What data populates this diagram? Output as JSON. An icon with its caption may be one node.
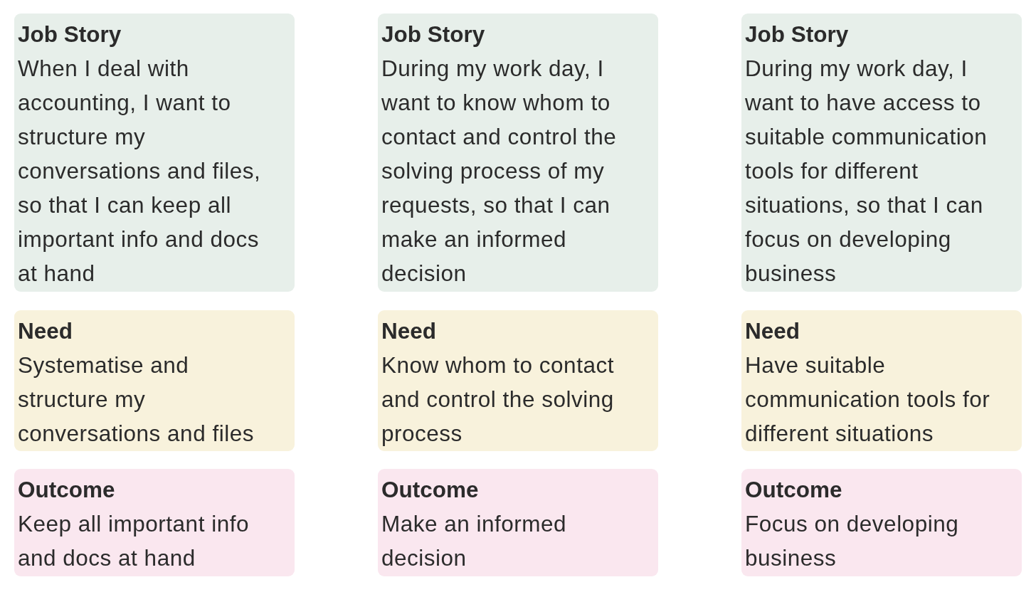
{
  "diagram": {
    "nodes": [
      {
        "text": [
          "Job Story",
          "When I deal with accounting, I want to structure my conversations and files, so that I can keep all important info and docs at hand"
        ]
      },
      {
        "text": [
          "Job Story",
          "During my work day, I want to know whom to contact and control the solving process of my requests, so that I can make an informed decision"
        ]
      },
      {
        "text": [
          "Job Story",
          "During my work day, I want to have access to suitable communication tools for different situations, so that I can focus on developing business"
        ]
      },
      {
        "text": [
          "Need",
          "Systematise and structure my conversations and files"
        ]
      },
      {
        "text": [
          "Need",
          "Know whom to contact and control the solving process"
        ]
      },
      {
        "text": [
          "Need",
          "Have suitable communication tools for different situations"
        ]
      },
      {
        "text": [
          "Outcome",
          "Keep all important info and docs at hand"
        ]
      },
      {
        "text": [
          "Outcome",
          "Make an informed decision"
        ]
      },
      {
        "text": [
          "Outcome",
          "Focus on developing business"
        ]
      }
    ]
  }
}
